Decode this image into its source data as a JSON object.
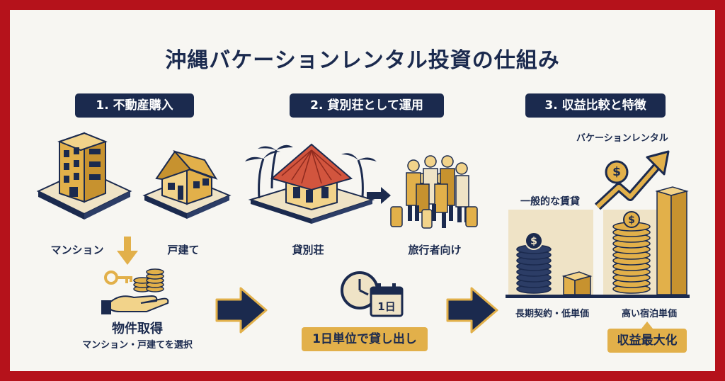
{
  "title": "沖縄バケーションレンタル投資の仕組み",
  "steps": [
    {
      "label": "1. 不動産購入"
    },
    {
      "label": "2. 貸別荘として運用"
    },
    {
      "label": "3. 収益比較と特徴"
    }
  ],
  "step1": {
    "mansion_label": "マンション",
    "house_label": "戸建て",
    "acquire_title": "物件取得",
    "acquire_sub": "マンション・戸建てを選択"
  },
  "step2": {
    "villa_label": "貸別荘",
    "traveler_label": "旅行者向け",
    "calendar_text": "1日",
    "tag": "1日単位で貸し出し"
  },
  "step3": {
    "vacation_label": "バケーションレンタル",
    "general_label": "一般的な賃貸",
    "left_caption": "長期契約・低単価",
    "right_caption": "高い宿泊単価",
    "tag": "収益最大化",
    "coin_symbol": "$"
  },
  "colors": {
    "navy": "#1b2a4e",
    "gold": "#e2b04a",
    "frame": "#b5121b",
    "bg": "#f7f6f2",
    "beige": "#efe3c6"
  }
}
